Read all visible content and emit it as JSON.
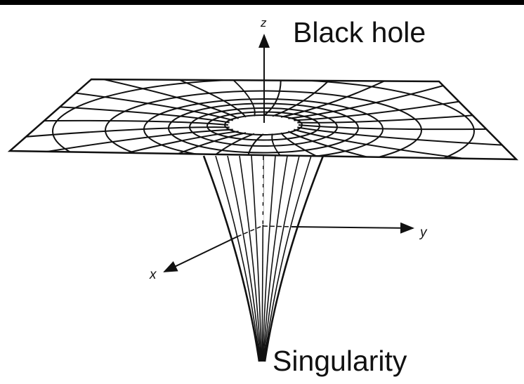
{
  "title": "Black hole",
  "bottom_label": "Singularity",
  "axes": {
    "x": "x",
    "y": "y",
    "z": "z"
  },
  "colors": {
    "line": "#111111",
    "background": "#ffffff"
  }
}
